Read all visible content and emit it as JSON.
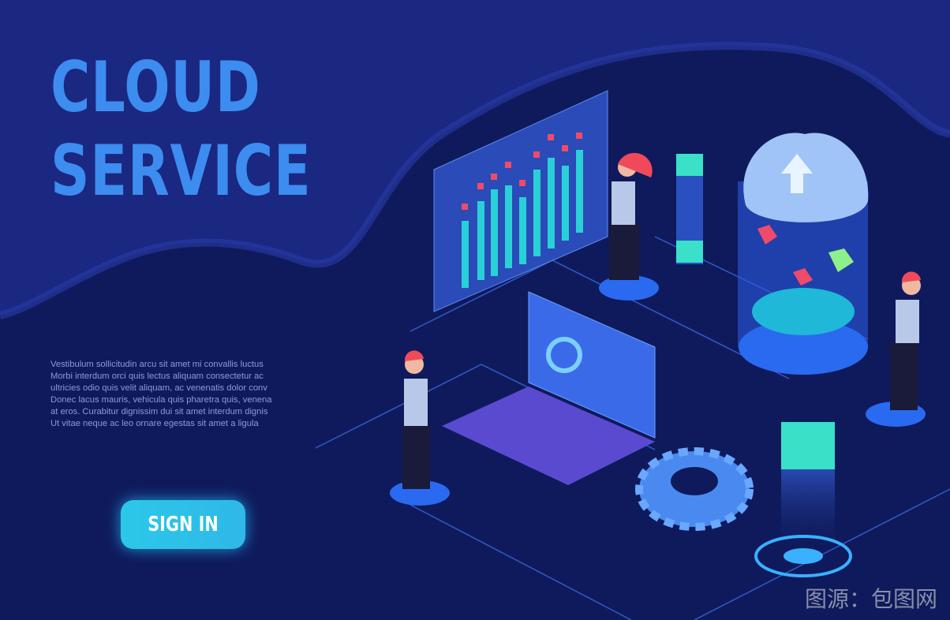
{
  "hero": {
    "title_line1": "CLOUD",
    "title_line2": "SERVICE"
  },
  "description": "Vestibulum sollicitudin arcu sit amet mi convallis luctus\nMorbi interdum orci quis lectus aliquam consectetur ac\nultricies odio quis velit aliquam, ac venenatis dolor conv\nDonec lacus mauris, vehicula quis pharetra quis, venena\nat eros. Curabitur dignissim dui sit amet interdum dignis\nUt vitae neque ac leo ornare egestas sit amet a ligula",
  "sign_in_label": "SIGN IN",
  "watermark": "图源：包图网",
  "colors": {
    "background": "#0f1a5c",
    "accent": "#3d8cf0",
    "button": "#2bc8e8"
  }
}
